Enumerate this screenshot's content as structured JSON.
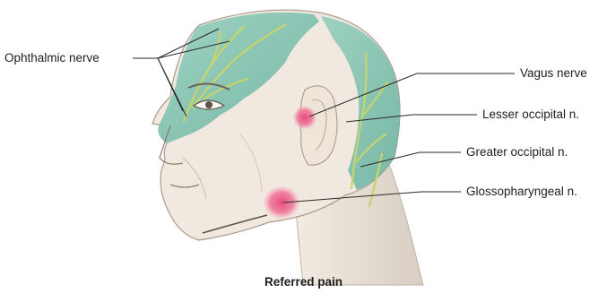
{
  "labels": {
    "ophthalmic": "Ophthalmic nerve",
    "vagus": "Vagus nerve",
    "lesser_occipital": "Lesser occipital n.",
    "greater_occipital": "Greater occipital n.",
    "glossopharyngeal": "Glossopharyngeal n."
  },
  "caption": "Referred pain",
  "colors": {
    "skin": "#f1e9df",
    "skin_shadow": "#ddd2c5",
    "innervation_zone": "#7fc0ae",
    "nerve": "#c6d46a",
    "pain_zone": "#e8417a",
    "leader_line": "#2a2a2a"
  }
}
